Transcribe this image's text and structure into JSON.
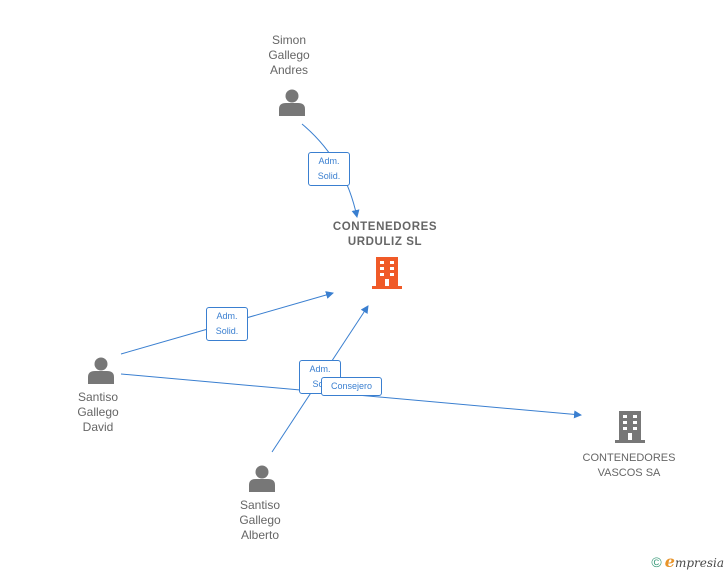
{
  "colors": {
    "edge": "#3a7fd0",
    "person_icon": "#777777",
    "main_company_icon": "#f05a28",
    "company_icon": "#777777",
    "label_text": "#666666"
  },
  "nodes": {
    "simon": {
      "lines": [
        "Simon",
        "Gallego",
        "Andres"
      ],
      "icon": "person-icon"
    },
    "urduliz": {
      "lines": [
        "CONTENEDORES",
        "URDULIZ SL"
      ],
      "icon": "building-icon"
    },
    "david": {
      "lines": [
        "Santiso",
        "Gallego",
        "David"
      ],
      "icon": "person-icon"
    },
    "alberto": {
      "lines": [
        "Santiso",
        "Gallego",
        "Alberto"
      ],
      "icon": "person-icon"
    },
    "vascos": {
      "lines": [
        "CONTENEDORES",
        "VASCOS SA"
      ],
      "icon": "building-icon"
    }
  },
  "edges": {
    "simon_urduliz": {
      "lines": [
        "Adm.",
        "Solid."
      ]
    },
    "david_urduliz": {
      "lines": [
        "Adm.",
        "Solid."
      ]
    },
    "alberto_urduliz": {
      "lines": [
        "Adm.",
        "Soli"
      ]
    },
    "david_vascos": {
      "lines": [
        "Consejero"
      ]
    }
  },
  "footer": {
    "copyright": "©",
    "brand_initial": "e",
    "brand_rest": "mpresia"
  }
}
